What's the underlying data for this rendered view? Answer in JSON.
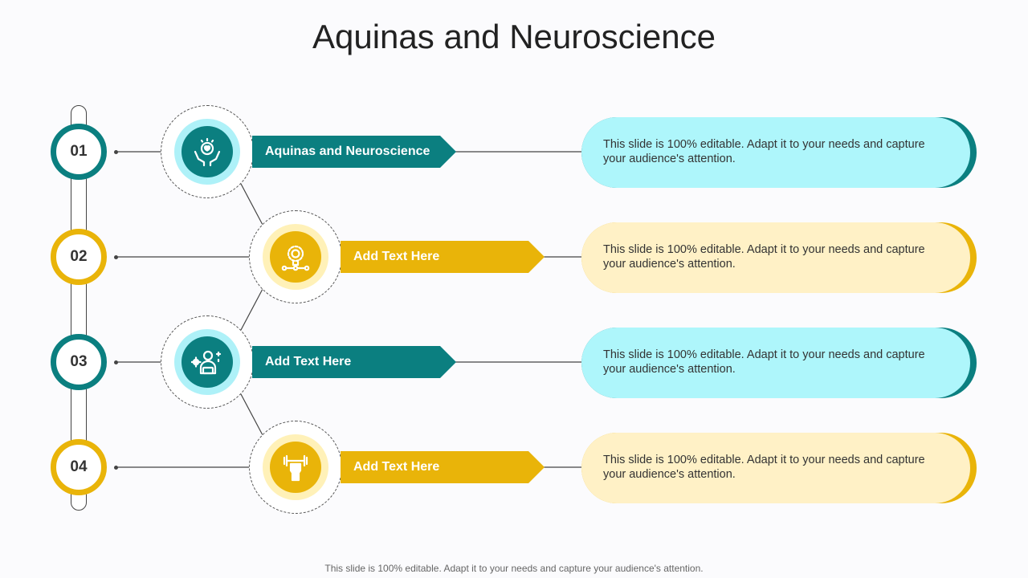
{
  "slide": {
    "title": "Aquinas and Neuroscience",
    "footer": "This slide is 100% editable. Adapt it to your needs and capture your audience's attention."
  },
  "colors": {
    "teal": "#0b7f80",
    "gold": "#e9b409",
    "teal_light": "#aef6fb",
    "gold_light": "#fff1c6"
  },
  "steps": [
    {
      "number": "01",
      "label": "Aquinas and Neuroscience",
      "description": "This slide is 100% editable. Adapt it to your needs and capture your audience's attention.",
      "icon": "hands-heart-icon",
      "color": "teal"
    },
    {
      "number": "02",
      "label": "Add  Text Here",
      "description": "This slide is 100% editable. Adapt it to your needs and capture your audience's attention.",
      "icon": "brain-gear-icon",
      "color": "gold"
    },
    {
      "number": "03",
      "label": "Add  Text Here",
      "description": "This slide is 100% editable. Adapt it to your needs and capture your audience's attention.",
      "icon": "person-gear-icon",
      "color": "teal"
    },
    {
      "number": "04",
      "label": "Add  Text Here",
      "description": "This slide is 100% editable. Adapt it to your needs and capture your audience's attention.",
      "icon": "hand-dumbbell-icon",
      "color": "gold"
    }
  ]
}
